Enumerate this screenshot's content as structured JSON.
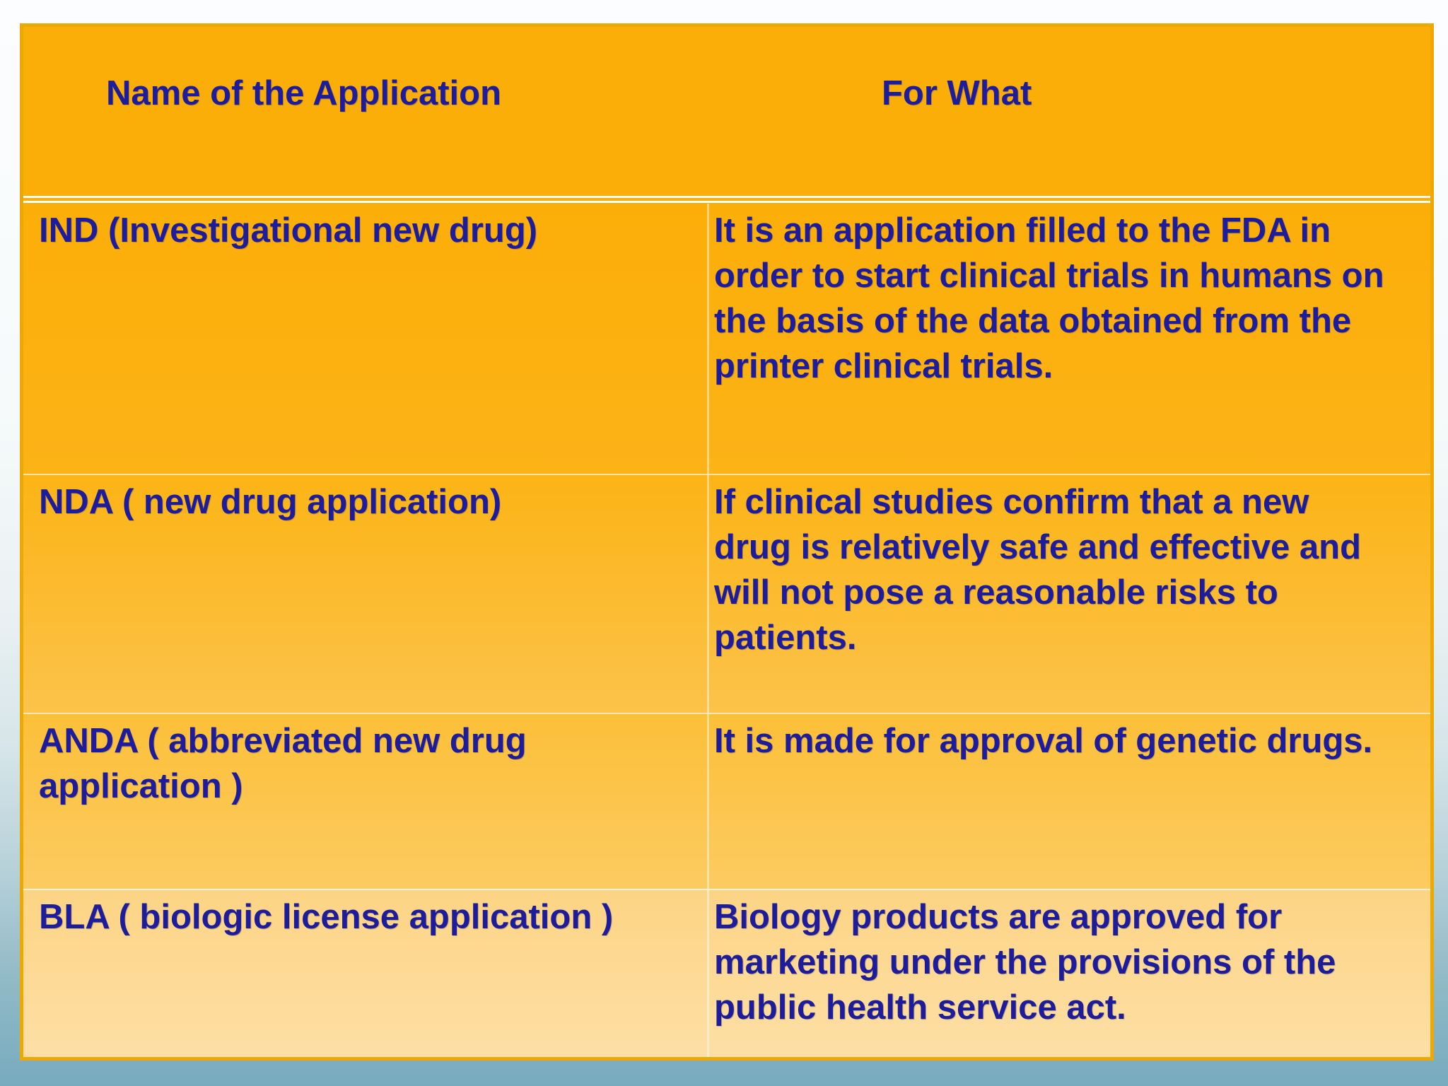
{
  "slide": {
    "kind": "presentation-slide-table",
    "background_top_color": "#FBFDFE",
    "background_bottom_color": "#74A8BB"
  },
  "table": {
    "border_color": "#ECA904",
    "header_bg_color": "#FCAE08",
    "body_bottom_bg_color": "#FDDFA6",
    "text_color": "#1C1C9C",
    "headers": {
      "application": "Name of the Application",
      "for_what": "For What"
    },
    "rows": [
      {
        "name": "IND (Investigational new drug)",
        "for_what": "It is an application filled to the FDA in\norder to start clinical trials in humans on\nthe basis of the data obtained from the\nprinter clinical trials."
      },
      {
        "name": "NDA ( new drug application)",
        "for_what": "If clinical studies confirm that a new\ndrug is relatively safe and effective and\nwill not pose a reasonable risks to\npatients."
      },
      {
        "name": "ANDA ( abbreviated new drug\napplication )",
        "for_what": "It is made for approval of genetic drugs."
      },
      {
        "name": "BLA ( biologic license application )",
        "for_what": "Biology products are approved for\nmarketing under the provisions of the\npublic health service act."
      }
    ]
  }
}
